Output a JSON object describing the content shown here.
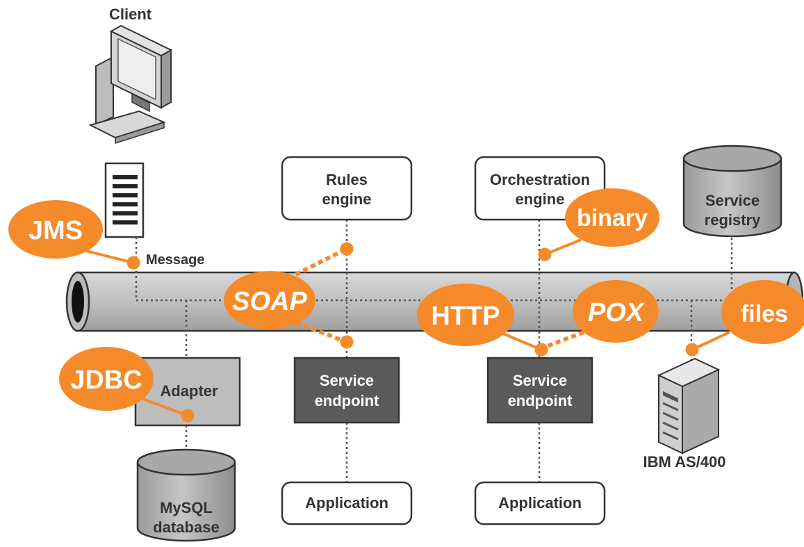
{
  "title": "Client",
  "nodes": {
    "message": "Message",
    "rules_engine": [
      "Rules",
      "engine"
    ],
    "orchestration_engine": [
      "Orchestration",
      "engine"
    ],
    "service_registry": [
      "Service",
      "registry"
    ],
    "adapter": "Adapter",
    "service_endpoint_1": [
      "Service",
      "endpoint"
    ],
    "service_endpoint_2": [
      "Service",
      "endpoint"
    ],
    "application_1": "Application",
    "application_2": "Application",
    "mysql_database": [
      "MySQL",
      "database"
    ],
    "ibm_as400": "IBM AS/400"
  },
  "tags": {
    "jms": "JMS",
    "soap": "SOAP",
    "binary": "binary",
    "http": "HTTP",
    "pox": "POX",
    "files": "files",
    "jdbc": "JDBC"
  },
  "colors": {
    "accent": "#f58a2a",
    "bus_fill": "#c8c8c8",
    "endpoint_fill": "#555555",
    "adapter_fill": "#bdbdbd"
  }
}
